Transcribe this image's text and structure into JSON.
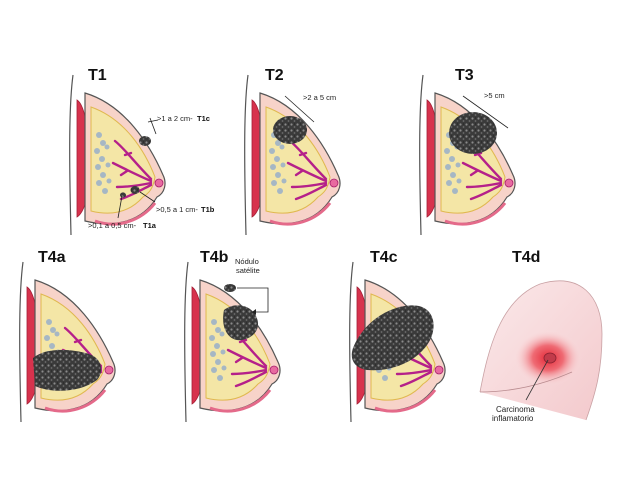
{
  "stages": {
    "t1": {
      "label": "T1",
      "notes": {
        "size_1_2": ">1 a 2 cm-",
        "size_1_2_code": "T1c",
        "size_05_1": ">0,5 a 1 cm-",
        "size_05_1_code": "T1b",
        "size_01_05": ">0,1 a 0,5 cm-",
        "size_01_05_code": "T1a"
      }
    },
    "t2": {
      "label": "T2",
      "notes": {
        "size": ">2 a 5 cm"
      }
    },
    "t3": {
      "label": "T3",
      "notes": {
        "size": ">5 cm"
      }
    },
    "t4a": {
      "label": "T4a"
    },
    "t4b": {
      "label": "T4b",
      "notes": {
        "line1": "Nódulo",
        "line2": "satélite"
      }
    },
    "t4c": {
      "label": "T4c"
    },
    "t4d": {
      "label": "T4d",
      "notes": {
        "line1": "Carcinoma",
        "line2": "inflamatorio"
      }
    }
  },
  "colors": {
    "tissue": "#f4e6a6",
    "tissue_edge": "#e0b84f",
    "skin": "#f7d9cc",
    "muscle": "#d7324d",
    "ducts": "#b5208a",
    "lobules": "#9eb3c8",
    "tumor": "#3b3b3b",
    "inflamed": "#e8404a"
  }
}
